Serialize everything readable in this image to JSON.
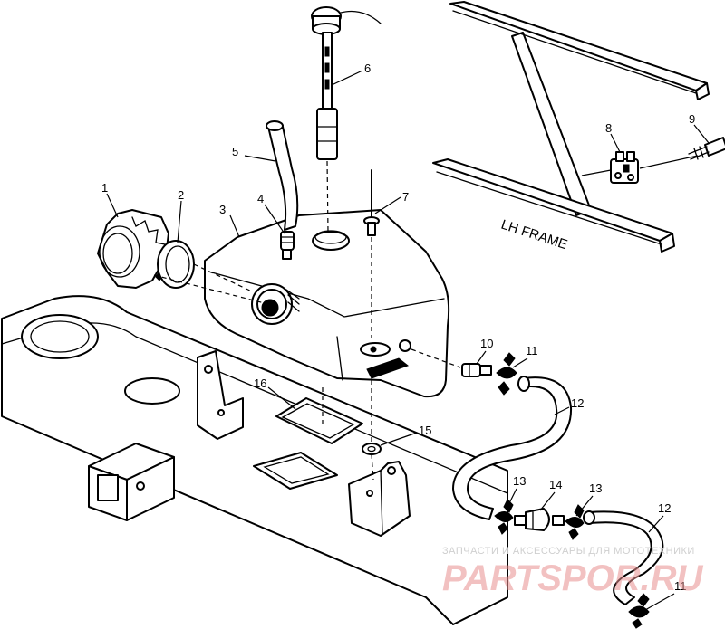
{
  "callouts": [
    "1",
    "2",
    "3",
    "4",
    "5",
    "6",
    "7",
    "8",
    "9",
    "10",
    "11",
    "12",
    "13",
    "14",
    "15",
    "16"
  ],
  "frame_label": "LH FRAME",
  "watermark": {
    "line": "ЗАПЧАСТИ И АКСЕССУАРЫ ДЛЯ МОТОТЕХНИКИ",
    "logo": "PARTSPOR.RU"
  }
}
